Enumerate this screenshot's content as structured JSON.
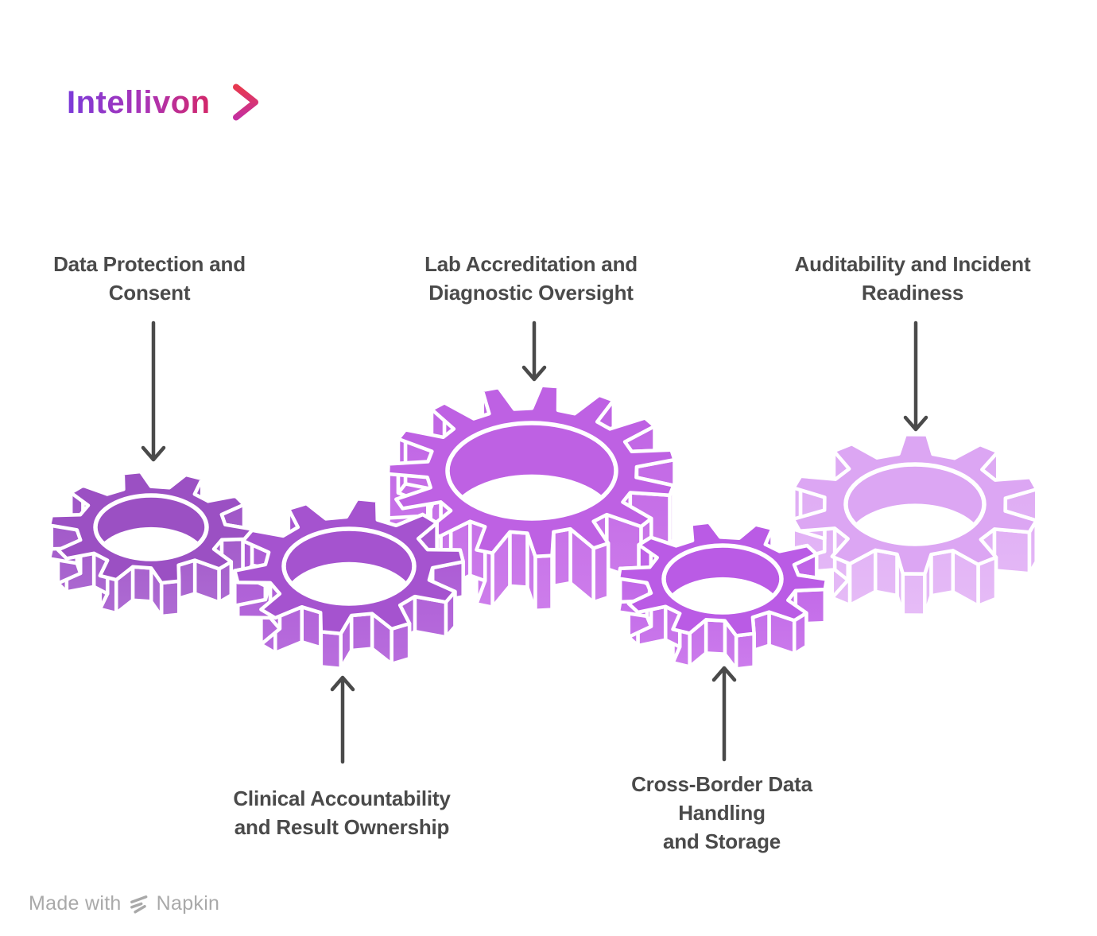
{
  "logo": {
    "text": "Intellivon"
  },
  "colors": {
    "background": "#FFFFFF",
    "label_text": "#4A4A4A",
    "arrow": "#4A4A4A",
    "footer_text": "#A9A9A9",
    "logo_gradient_start": "#7B3BD9",
    "logo_gradient_mid": "#AC33B4",
    "logo_gradient_end": "#E02350",
    "chevron_gradient_start": "#E73950",
    "chevron_gradient_end": "#C42F9F",
    "gear_outline": "#FFFFFF"
  },
  "items": [
    {
      "key": "data-protection",
      "label": "Data Protection and\nConsent",
      "gear_color": "#9B50C3",
      "gear_side": "#AE6BD3"
    },
    {
      "key": "clinical",
      "label": "Clinical Accountability\nand Result Ownership",
      "gear_color": "#A553CF",
      "gear_side": "#B96EDE"
    },
    {
      "key": "lab-accreditation",
      "label": "Lab Accreditation and\nDiagnostic Oversight",
      "gear_color": "#BE61E3",
      "gear_side": "#CD7DEB"
    },
    {
      "key": "cross-border",
      "label": "Cross-Border Data\nHandling\nand Storage",
      "gear_color": "#BA5BE5",
      "gear_side": "#CC7CEC"
    },
    {
      "key": "auditability",
      "label": "Auditability and Incident\nReadiness",
      "gear_color": "#DCA6F3",
      "gear_side": "#E6BCF7"
    }
  ],
  "footer": {
    "prefix": "Made with",
    "brand": "Napkin"
  }
}
